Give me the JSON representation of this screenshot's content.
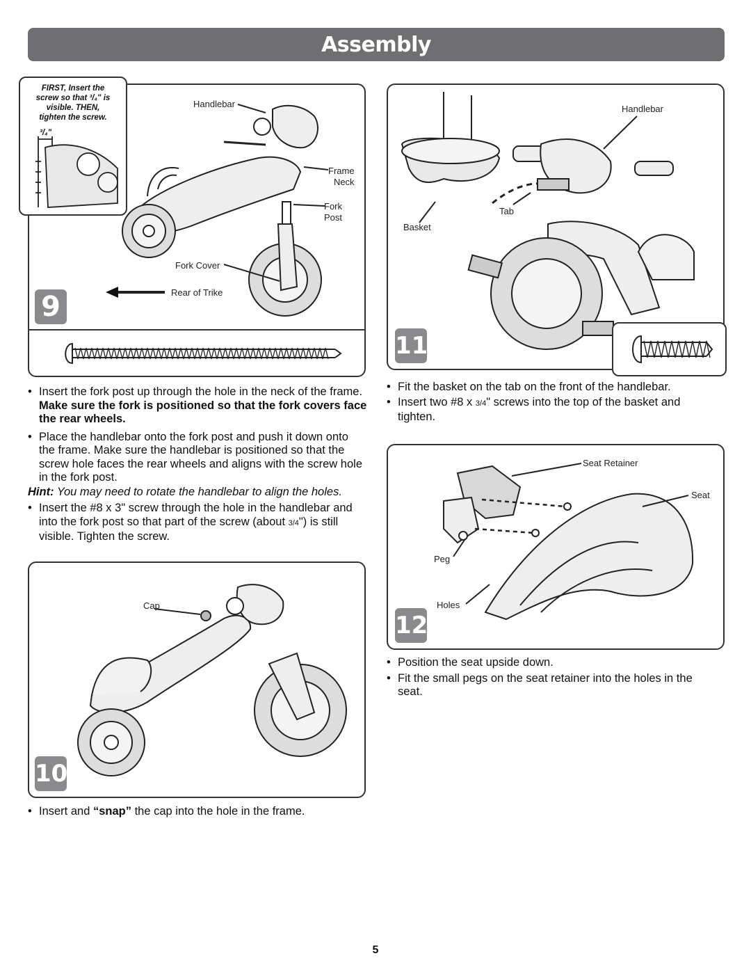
{
  "header": {
    "title": "Assembly"
  },
  "step9": {
    "number": "9",
    "callout": [
      "FIRST, Insert the",
      "screw so that ³/₄\" is",
      "visible. THEN,",
      "tighten the screw."
    ],
    "callout_measure": "³/₄\"",
    "labels": {
      "handlebar": "Handlebar",
      "frame_neck_1": "Frame",
      "frame_neck_2": "Neck",
      "fork_post_1": "Fork",
      "fork_post_2": "Post",
      "fork_cover": "Fork Cover",
      "rear_of_trike": "Rear of Trike"
    },
    "instructions": {
      "b1_plain": "Insert the fork post up through the hole in the neck of the frame. ",
      "b1_bold": "Make sure the fork is positioned so that the fork covers face the rear wheels.",
      "b2": "Place the handlebar onto the fork post and push it down onto the frame. Make sure the handlebar is positioned so that the screw hole faces the rear wheels and aligns with the screw hole in the fork post.",
      "hint_bold": "Hint:",
      "hint_text": " You may need to rotate the handlebar to align the holes.",
      "b3_a": "Insert the #8 x 3\" screw through the hole in the handlebar and into the fork post so that part of the screw (about ",
      "b3_frac": "3/4",
      "b3_b": "\") is still visible. Tighten the screw."
    }
  },
  "step10": {
    "number": "10",
    "labels": {
      "cap": "Cap"
    },
    "instructions": {
      "b1_a": "Insert and ",
      "b1_bold": "“snap”",
      "b1_b": " the cap into the hole in the frame."
    }
  },
  "step11": {
    "number": "11",
    "labels": {
      "handlebar": "Handlebar",
      "tab": "Tab",
      "basket": "Basket"
    },
    "instructions": {
      "b1": "Fit the basket on the tab on the front of the handlebar.",
      "b2_a": "Insert two #8 x ",
      "b2_frac": "3/4",
      "b2_b": "\" screws into the top of the basket and tighten."
    }
  },
  "step12": {
    "number": "12",
    "labels": {
      "seat_retainer": "Seat Retainer",
      "seat": "Seat",
      "peg": "Peg",
      "holes": "Holes"
    },
    "instructions": {
      "b1": "Position the seat upside down.",
      "b2": "Fit the small pegs on the seat retainer into the holes in the seat."
    }
  },
  "footer": {
    "page": "5"
  }
}
